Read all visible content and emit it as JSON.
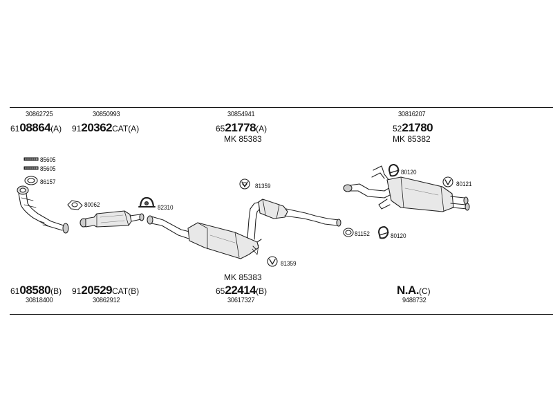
{
  "top": {
    "left": {
      "oe1": "30862725",
      "oe2": "30850993",
      "part1": {
        "prefix": "61",
        "num": "08864",
        "suffix": "(A)"
      },
      "part2": {
        "prefix": "91",
        "num": "20362",
        "suffix": "CAT(A)"
      }
    },
    "middle": {
      "oe": "30854941",
      "part": {
        "prefix": "65",
        "num": "21778",
        "suffix": "(A)"
      },
      "mk": "MK 85383"
    },
    "right": {
      "oe": "30816207",
      "part": {
        "prefix": "52",
        "num": "21780",
        "suffix": ""
      },
      "mk": "MK 85382"
    }
  },
  "labels": {
    "c85605a": "85605",
    "c85605b": "85605",
    "c86157": "86157",
    "c80062": "80062",
    "c82310": "82310",
    "c81359a": "81359",
    "c81359b": "81359",
    "c80120a": "80120",
    "c80121": "80121",
    "c81152": "81152",
    "c80120b": "80120"
  },
  "bottom": {
    "left": {
      "part1": {
        "prefix": "61",
        "num": "08580",
        "suffix": "(B)"
      },
      "part2": {
        "prefix": "91",
        "num": "20529",
        "suffix": "CAT(B)"
      },
      "oe1": "30818400",
      "oe2": "30862912"
    },
    "middle": {
      "mk": "MK 85383",
      "part": {
        "prefix": "65",
        "num": "22414",
        "suffix": "(B)"
      },
      "oe": "30617327"
    },
    "right": {
      "part": {
        "num": "N.A.",
        "suffix": "(C)"
      },
      "oe": "9488732"
    }
  }
}
